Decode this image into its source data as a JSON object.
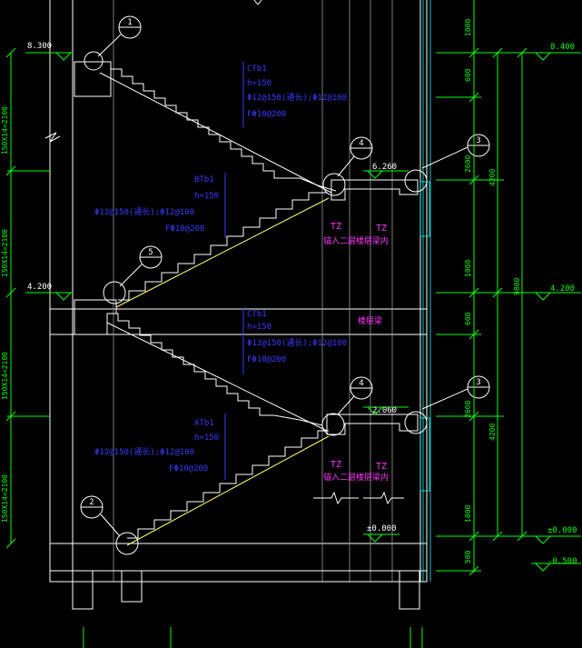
{
  "colors": {
    "background": "#000000",
    "structure": "#ffffff",
    "dim_green": "#00ff00",
    "annotation_blue": "#3a3aff",
    "stair_yellow": "#ffff66",
    "magenta": "#ff33ff",
    "cyan": "#00ffff",
    "grey_line": "#bbbbbb"
  },
  "elevations": {
    "top": "8.300",
    "mid": "4.200",
    "landing_upper": "6.260",
    "landing_lower": "2.060",
    "ground": "±0.000",
    "r_8400": "8.400",
    "r_4200": "4.200",
    "r_0000": "±0.000",
    "r_m0500": "-0.500"
  },
  "callouts": {
    "c1": "1",
    "c2": "2",
    "c3a": "3",
    "c3b": "3",
    "c4a": "4",
    "c4b": "4",
    "c5": "5"
  },
  "flights": {
    "ct1_upper": {
      "name": "CTb1",
      "h": "h=150",
      "rebar": "Φ12@150(通长);Φ12@100",
      "f": "FΦ10@200"
    },
    "bt1": {
      "name": "BTb1",
      "h": "h=150",
      "rebar": "Φ12@150(通长);Φ12@100",
      "f": "FΦ10@200"
    },
    "ct1_lower": {
      "name": "CTb1",
      "h": "h=150",
      "rebar": "Φ12@150(通长);Φ12@100",
      "f": "FΦ10@200"
    },
    "at1": {
      "name": "ATb1",
      "h": "h=150",
      "rebar": "Φ12@150(通长);Φ12@100",
      "f": "FΦ10@200"
    }
  },
  "tz_labels": {
    "tz1": "TZ",
    "tz2": "TZ",
    "tz3": "TZ",
    "tz4": "TZ",
    "anchor_upper": "锚入二层楼层梁内",
    "anchor_lower": "锚入二层楼层梁内",
    "floor_beam": "楼层梁"
  },
  "left_dims": {
    "d1": "150X14=2100",
    "d2": "150X14=2100",
    "d3": "150X14=2100",
    "d4": "150X14=2100"
  },
  "right_dims": {
    "s1000a": "1000",
    "s600a": "600",
    "s2600a": "2600",
    "s1000b": "1000",
    "s600b": "600",
    "s2600b": "2600",
    "s1000c": "1000",
    "s500": "500",
    "t4200a": "4200",
    "t4200b": "4200",
    "total": "9800"
  }
}
